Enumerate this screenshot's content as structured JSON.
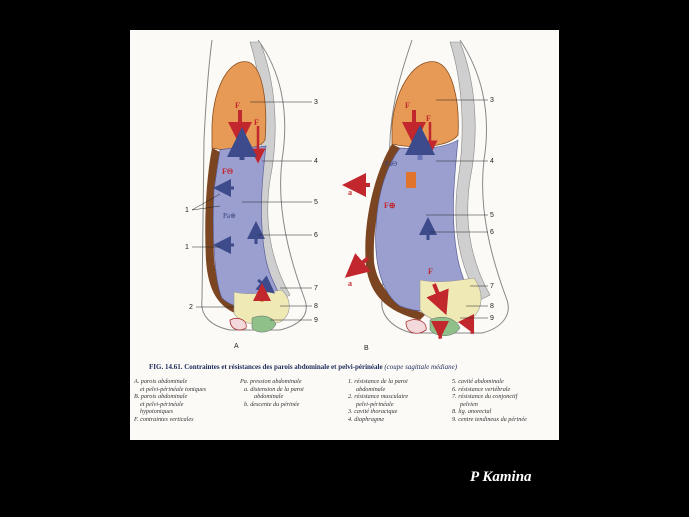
{
  "figure": {
    "caption_title": "FIG. 14.61. Contraintes et résistances des parois abdominale et pelvi-périnéale",
    "caption_sub": "(coupe sagittale médiane)",
    "panels": [
      "A",
      "B"
    ],
    "numbers": [
      "1",
      "2",
      "3",
      "4",
      "5",
      "6",
      "7",
      "8",
      "9"
    ],
    "force_labels": {
      "F": "F",
      "F_theta": "FΘ",
      "Pa_plus": "Pa⊕",
      "Pa_theta": "PaΘ",
      "F_plus": "F⊕",
      "a": "a",
      "b": "b"
    },
    "legend": {
      "col1": [
        "A. parois abdominale",
        "et pelvi-périnéale toniques",
        "B. parois abdominale",
        "et pelvi-périnéale",
        "hypotoniques",
        "F. contraintes verticales"
      ],
      "col2": [
        "Pa. pression abdominale",
        "a. distension de la paroi",
        "abdominale",
        "b. descente du périnée"
      ],
      "col3": [
        "1. résistance de la paroi",
        "abdominale",
        "2. résistance musculaire",
        "pelvi-périnéale",
        "3. cavité thoracique",
        "4. diaphragme"
      ],
      "col4": [
        "5. cavité abdominale",
        "6. résistance vertébrale",
        "7. résistance du conjonctif",
        "pelvien",
        "8. lig. anorectal",
        "9. centre tendineux du périnée"
      ]
    },
    "colors": {
      "thorax": "#e79a55",
      "abdomen": "#9b9fd0",
      "wall": "#7a4520",
      "pelvis": "#efe9b6",
      "arrow_red": "#c1272d",
      "arrow_blue": "#3d4a8c",
      "spine": "#bfbfbf"
    }
  },
  "credit": "P Kamina"
}
